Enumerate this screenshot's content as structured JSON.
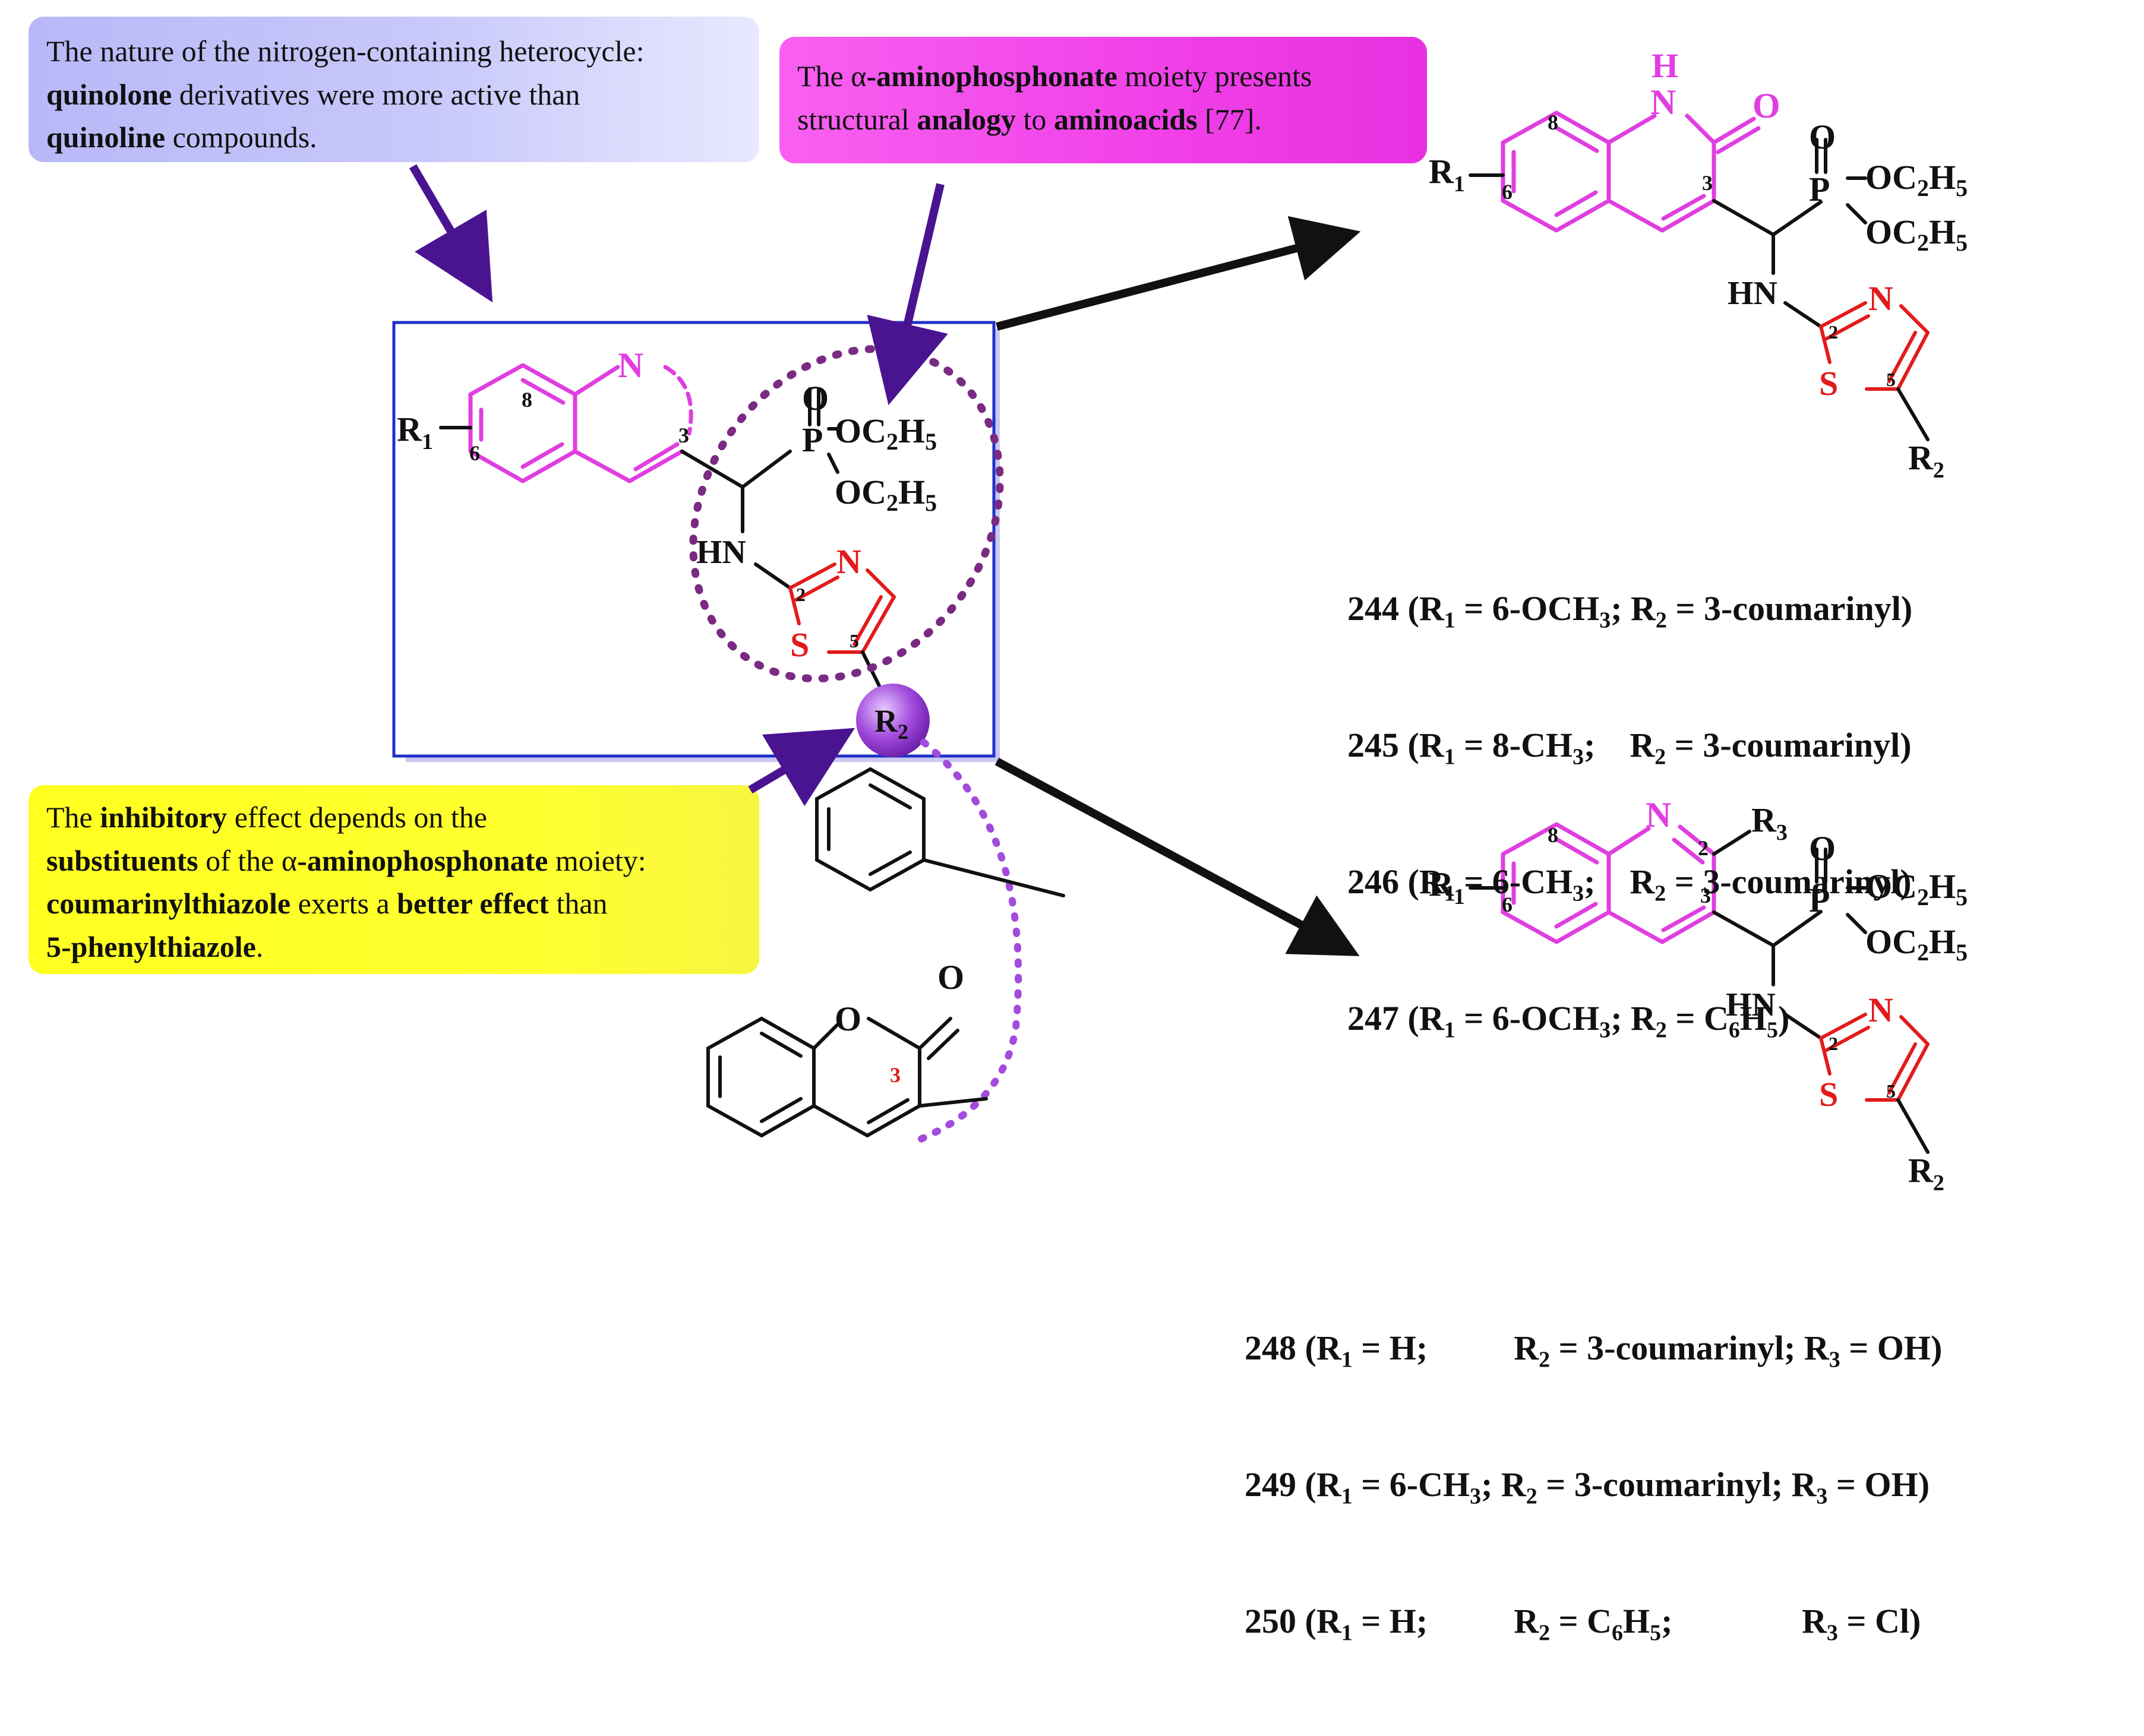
{
  "colors": {
    "magenta": "#e03ee0",
    "red": "#e31b1b",
    "purple": "#4a1490",
    "violet": "#a24bdc",
    "blue_box": "#2030c8",
    "box_blue_fill": "#b8b8f8",
    "box_pink_fill": "#f040e8",
    "box_yellow_fill": "#ffff2a",
    "black": "#111111"
  },
  "note_heterocycle": {
    "t1": "The nature of the nitrogen-containing heterocycle:",
    "b1": "quinolone",
    "t2": " derivatives were more active than",
    "b2": "quinoline",
    "t3": " compounds."
  },
  "note_aminophosphonate": {
    "t1": "The ",
    "alpha": "α",
    "b1": "-aminophosphonate",
    "t2": " moiety presents",
    "t3": "structural ",
    "b2": "analogy",
    "t4": " to ",
    "b3": "aminoacids",
    "t5": " [77]."
  },
  "note_inhibitory": {
    "t1": "The ",
    "b1": "inhibitory",
    "t2": " effect depends on the",
    "b2": "substituents",
    "t3": " of the ",
    "alpha": "α",
    "b3": "-aminophosphonate",
    "t4": " moiety:",
    "b4": "coumarinylthiazole",
    "t5": " exerts a ",
    "b5": "better effect",
    "t6": " than",
    "b6": "5-phenylthiazole",
    "t7": "."
  },
  "atoms": {
    "N": "N",
    "H": "H",
    "O": "O",
    "P": "P",
    "S": "S",
    "HN": "HN",
    "R1": "R",
    "R1_sub": "1",
    "R2": "R",
    "R2_sub": "2",
    "R3": "R",
    "R3_sub": "3",
    "OC2H5_a": "OC",
    "OC2H5_b": "2",
    "OC2H5_c": "H",
    "OC2H5_d": "5",
    "n2": "2",
    "n3": "3",
    "n5": "5",
    "n6": "6",
    "n8": "8"
  },
  "compounds_top": [
    {
      "id": "244",
      "r1": "6-OCH",
      "r1s": "3",
      "r2": "3-coumarinyl"
    },
    {
      "id": "245",
      "r1": "8-CH",
      "r1s": "3",
      "r2": "3-coumarinyl"
    },
    {
      "id": "246",
      "r1": "6-CH",
      "r1s": "3",
      "r2": "3-coumarinyl"
    },
    {
      "id": "247",
      "r1": "6-OCH",
      "r1s": "3",
      "r2": "C",
      "r2s": "6",
      "r2h": "H",
      "r2hs": "5"
    }
  ],
  "compounds_bottom": [
    {
      "id": "248",
      "r1": "H",
      "r2": "3-coumarinyl",
      "r3": "OH"
    },
    {
      "id": "249",
      "r1": "6-CH",
      "r1s": "3",
      "r2": "3-coumarinyl",
      "r3": "OH"
    },
    {
      "id": "250",
      "r1": "H",
      "r2": "C",
      "r2s": "6",
      "r2h": "H",
      "r2hs": "5",
      "r3": "Cl"
    }
  ]
}
